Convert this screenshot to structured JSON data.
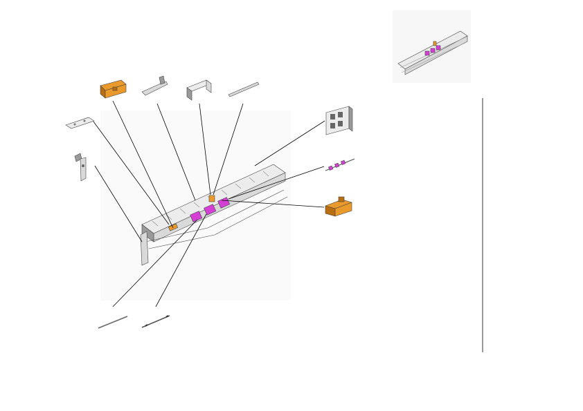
{
  "diagram": {
    "type": "exploded-parts-view",
    "colors": {
      "background": "#ffffff",
      "part_gray": "#d9d9d9",
      "part_highlight_orange": "#e99a2a",
      "part_highlight_magenta": "#d63fd6",
      "leader_line": "#000000"
    },
    "callout_parts": [
      {
        "id": "orange-bracket-top"
      },
      {
        "id": "lever-arm"
      },
      {
        "id": "cover-plate"
      },
      {
        "id": "guide-rod-top"
      },
      {
        "id": "mount-plate-left"
      },
      {
        "id": "side-bracket-left"
      },
      {
        "id": "frame-panel-right"
      },
      {
        "id": "roller-shaft"
      },
      {
        "id": "orange-block-right"
      },
      {
        "id": "spring-rod-bottom-left"
      },
      {
        "id": "spring-rod-bottom-right"
      }
    ],
    "overview_thumbnail": true,
    "divider_line": true
  }
}
